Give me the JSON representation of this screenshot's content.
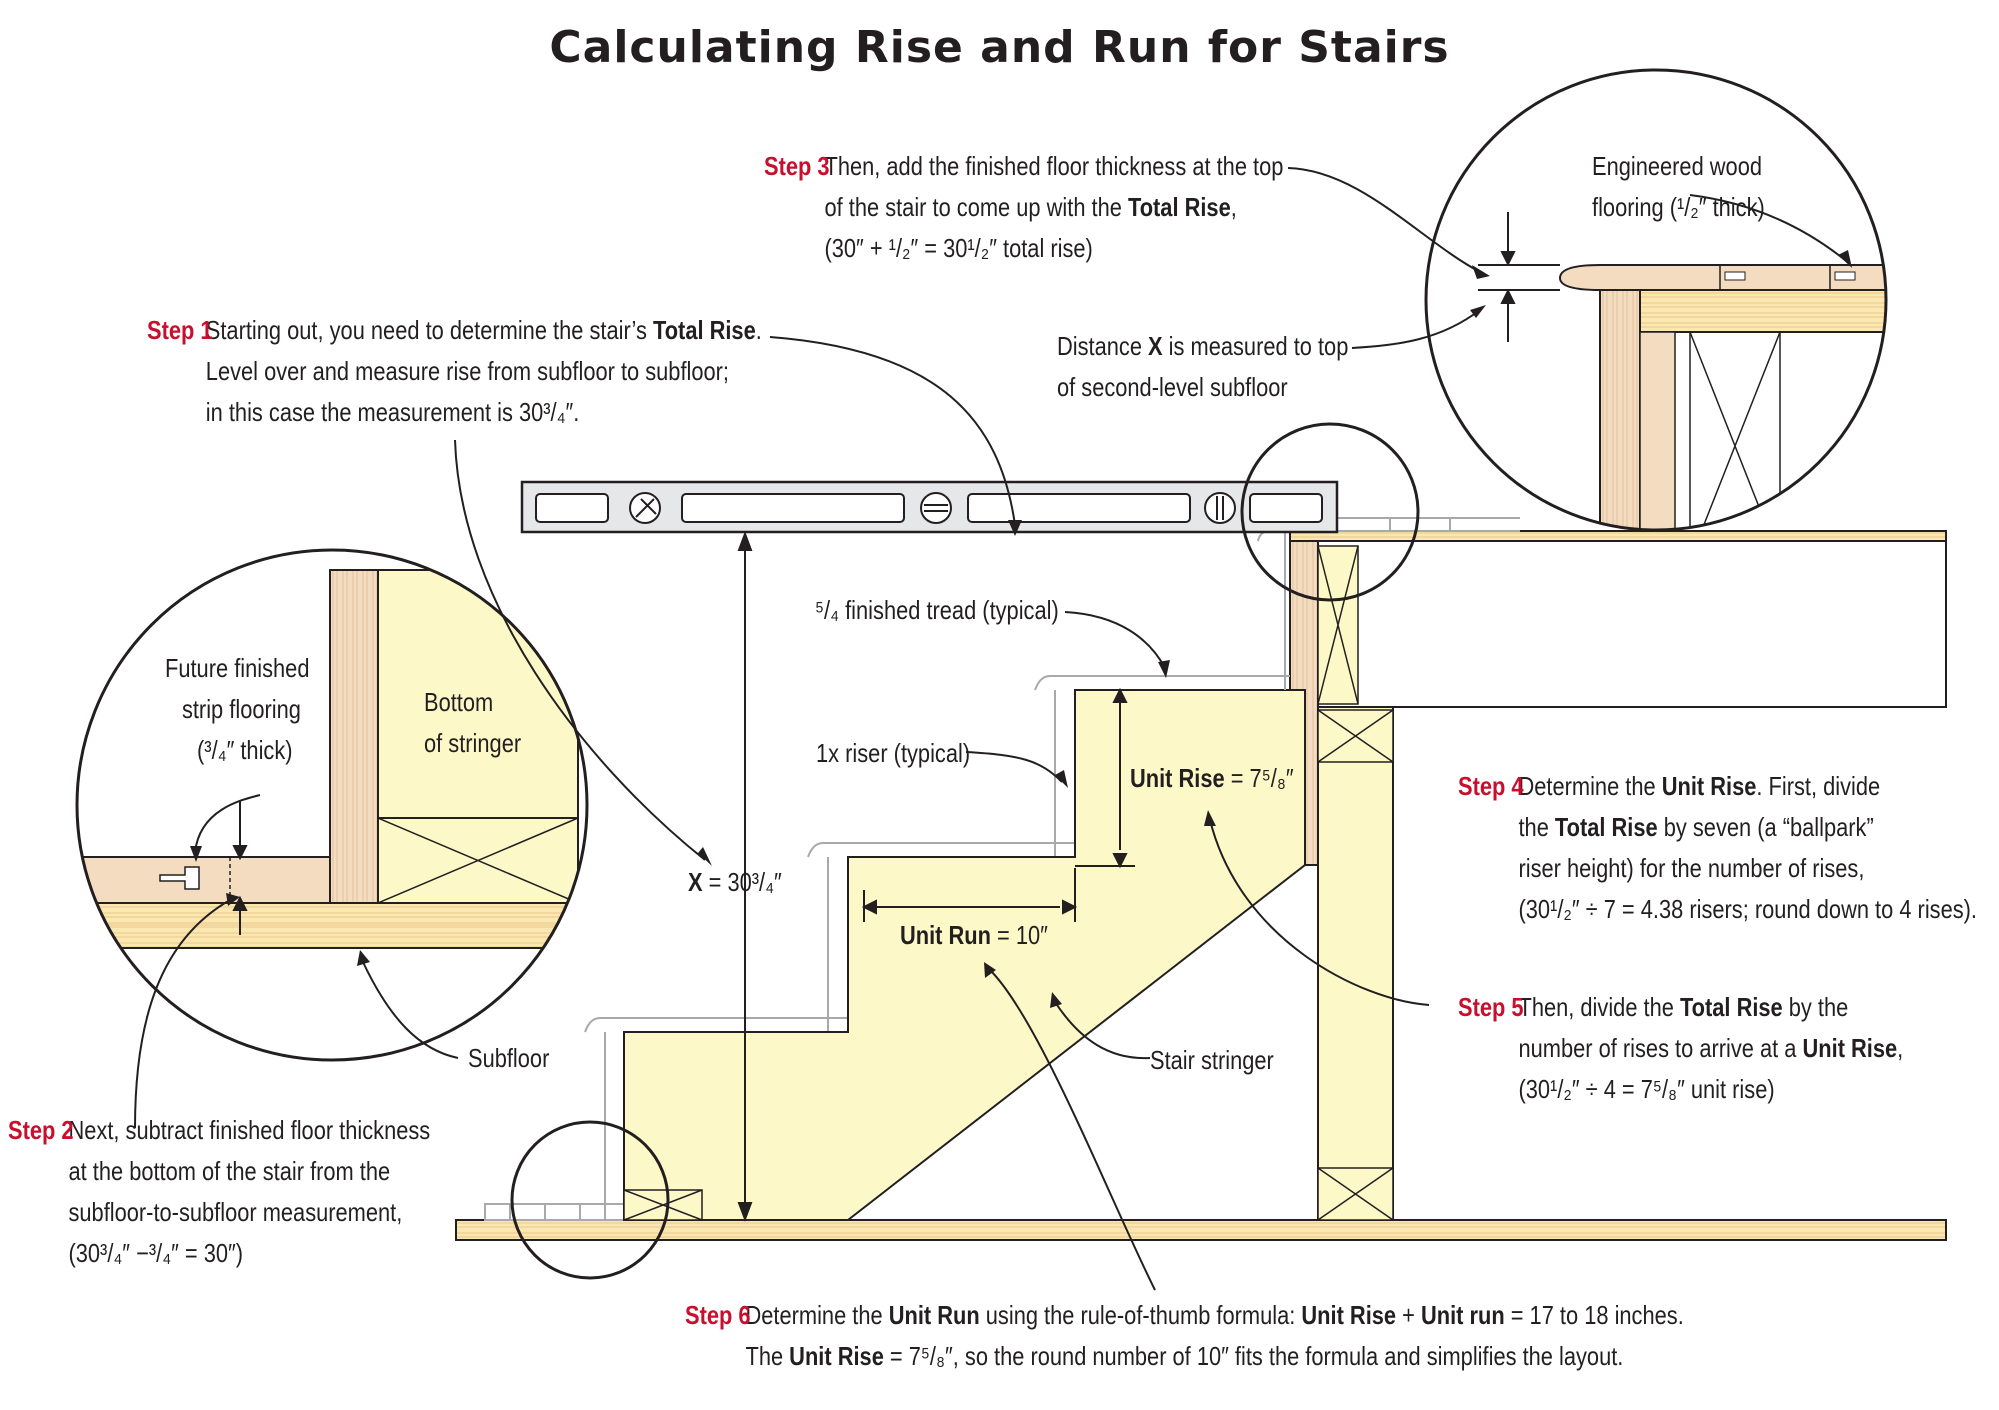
{
  "title": "Calculating Rise and Run for Stairs",
  "colors": {
    "stringer": "#fdf8c8",
    "wood": "#f4dcc0",
    "ply": "#fbe8b0",
    "accent": "#c8102e",
    "line": "#231f20",
    "level": "#e6e7e8"
  },
  "steps": {
    "step1": {
      "label": "Step 1",
      "l1a": "Starting out, you need to determine the stair’s ",
      "l1b": "Total Rise",
      "l1c": ".",
      "l2": "Level over and measure rise from subfloor to subfloor;",
      "l3": "in this case the measurement is 30³/₄″."
    },
    "step2": {
      "label": "Step 2",
      "l1": "Next, subtract finished floor thickness",
      "l2": "at the bottom of the stair from the",
      "l3": "subfloor-to-subfloor measurement,",
      "l4": "(30³/₄″ −³/₄″ = 30″)"
    },
    "step3": {
      "label": "Step 3",
      "l1": "Then, add the finished floor thickness at the top",
      "l2a": "of the stair to come up with the ",
      "l2b": "Total Rise",
      "l2c": ",",
      "l3": "(30″ + ¹/₂″ = 30¹/₂″ total rise)"
    },
    "step4": {
      "label": "Step 4",
      "l1a": "Determine the ",
      "l1b": "Unit Rise",
      "l1c": ". First, divide",
      "l2a": "the ",
      "l2b": "Total Rise",
      "l2c": " by seven (a “ballpark”",
      "l3": "riser height) for the number of rises,",
      "l4": "(30¹/₂″ ÷ 7 = 4.38 risers; round down to 4 rises)."
    },
    "step5": {
      "label": "Step 5",
      "l1a": "Then, divide the ",
      "l1b": "Total Rise",
      "l1c": " by the",
      "l2a": "number of rises to arrive at a ",
      "l2b": "Unit Rise",
      "l2c": ",",
      "l3": "(30¹/₂″ ÷ 4 = 7⁵/₈″ unit rise)"
    },
    "step6": {
      "label": "Step 6",
      "l1a": "Determine the ",
      "l1b": "Unit Run",
      "l1c": " using the rule-of-thumb formula: ",
      "l1d": "Unit Rise",
      "l1e": " + ",
      "l1f": "Unit run",
      "l1g": " = 17 to 18 inches.",
      "l2a": "The ",
      "l2b": "Unit Rise",
      "l2c": " = 7⁵/₈″, so the round number of 10″ fits the formula and simplifies the layout."
    }
  },
  "labels": {
    "distanceX_a": "Distance ",
    "distanceX_b": "X",
    "distanceX_c": " is measured to top",
    "distanceX_l2": "of second-level subfloor",
    "engineered_l1": "Engineered wood",
    "engineered_l2": "flooring (¹/₂″ thick)",
    "future_l1": "Future finished",
    "future_l2": "strip flooring",
    "future_l3": "(³/₄″ thick)",
    "bottom_l1": "Bottom",
    "bottom_l2": "of stringer",
    "subfloor": "Subfloor",
    "tread": "⁵/₄ finished tread (typical)",
    "riser": "1x riser (typical)",
    "unitrise_a": "Unit Rise",
    "unitrise_b": " = 7⁵/₈″",
    "unitrun_a": "Unit Run",
    "unitrun_b": " = 10″",
    "x_a": "X",
    "x_b": " = 30³/₄″",
    "stringer": "Stair stringer"
  }
}
